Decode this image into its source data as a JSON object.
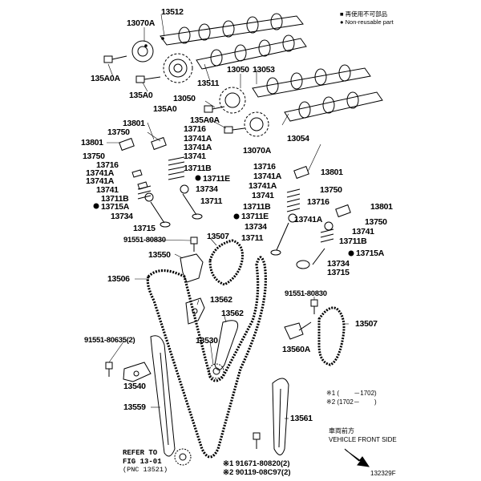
{
  "legend": {
    "reusable_jp": "再使用不可部品",
    "reusable_en": "Non-reusable part"
  },
  "labels": {
    "p13512": "13512",
    "p13070A_top": "13070A",
    "p135A0A_l": "135A0A",
    "p135A0": "135A0",
    "p13511": "13511",
    "p13050_a": "13050",
    "p13053": "13053",
    "p13050_b": "13050",
    "p135A0_b": "135A0",
    "p135A0A_b": "135A0A",
    "p13070A_b": "13070A",
    "p13054": "13054",
    "p13801_a": "13801",
    "p13750_a": "13750",
    "p13716_a": "13716",
    "p13741A_a": "13741A",
    "p13741A_b": "13741A",
    "p13801_b": "13801",
    "p13741_a": "13741",
    "p13750_b": "13750",
    "p13711B_a": "13711B",
    "p13716_b": "13716",
    "p13711E_a": "13711E",
    "p13741A_c": "13741A",
    "p13741A_d": "13741A",
    "p13734_a": "13734",
    "p13741_b": "13741",
    "p13711_a": "13711",
    "p13711B_b": "13711B",
    "p13715A_a": "13715A",
    "p13734_b": "13734",
    "p13715_a": "13715",
    "p13716_c": "13716",
    "p13741A_e": "13741A",
    "p13801_c": "13801",
    "p13741A_f": "13741A",
    "p13750_c": "13750",
    "p13741_c": "13741",
    "p13711B_c": "13711B",
    "p13716_d": "13716",
    "p13801_d": "13801",
    "p13711E_b": "13711E",
    "p13741A_g": "13741A",
    "p13750_d": "13750",
    "p13734_c": "13734",
    "p13741_d": "13741",
    "p13711_b": "13711",
    "p13711B_d": "13711B",
    "p13715A_b": "13715A",
    "p13734_d": "13734",
    "p13715_b": "13715",
    "p91551_a": "91551-80830",
    "p13507_a": "13507",
    "p13550": "13550",
    "p13506": "13506",
    "p91551_b": "91551-80830",
    "p13562_a": "13562",
    "p13562_b": "13562",
    "p13507_b": "13507",
    "p91551_c": "91551-80635(2)",
    "p13530": "13530",
    "p13560A": "13560A",
    "p13540": "13540",
    "p13559": "13559",
    "p13561": "13561"
  },
  "notes": {
    "n1": "※1 (　　 －1702)",
    "n2": "※2 (1702－　　 )",
    "front_jp": "車両前方",
    "front_en": "VEHICLE FRONT SIDE",
    "ref1": "REFER TO",
    "ref2": "FIG 13-01",
    "ref3": "(PNC 13521)",
    "bottom1": "※1 91671-80820(2)",
    "bottom2": "※2 90119-08C97(2)",
    "fig_id": "132329F"
  }
}
